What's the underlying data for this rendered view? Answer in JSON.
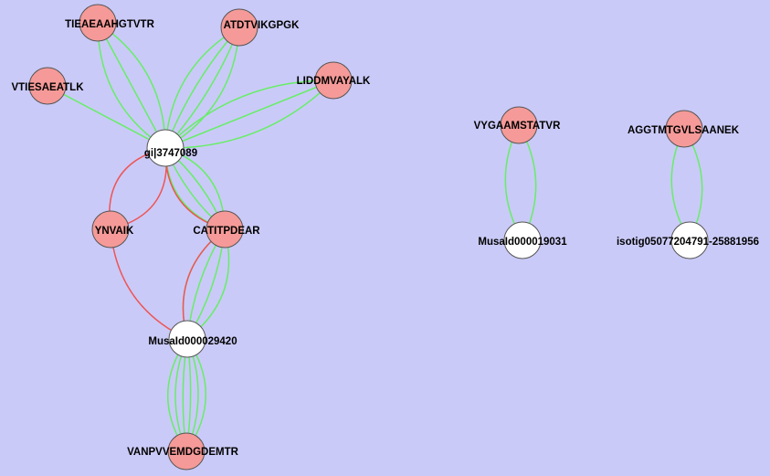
{
  "colors": {
    "background": "#cacaf8",
    "peptide_node": "#f59a98",
    "protein_node": "#ffffff",
    "node_stroke": "#555555",
    "edge_green": "#66ee66",
    "edge_red": "#ee5555"
  },
  "nodes": [
    {
      "id": "tieae",
      "label": "TIEAEAAHGTVTR",
      "kind": "peptide"
    },
    {
      "id": "atdtv",
      "label": "ATDTVIKGPGK",
      "kind": "peptide"
    },
    {
      "id": "vties",
      "label": "VTIESAEATLK",
      "kind": "peptide"
    },
    {
      "id": "liddm",
      "label": "LIDDMVAYALK",
      "kind": "peptide"
    },
    {
      "id": "gi",
      "label": "gi|3747089",
      "kind": "protein"
    },
    {
      "id": "ynvaik",
      "label": "YNVAIK",
      "kind": "peptide"
    },
    {
      "id": "catit",
      "label": "CATITPDEAR",
      "kind": "peptide"
    },
    {
      "id": "musa29420",
      "label": "MusaId000029420",
      "kind": "protein"
    },
    {
      "id": "vanpv",
      "label": "VANPVVEMDGDEMTR",
      "kind": "peptide"
    },
    {
      "id": "vygaa",
      "label": "VYGAAMSTATVR",
      "kind": "peptide"
    },
    {
      "id": "musa19031",
      "label": "MusaId000019031",
      "kind": "protein"
    },
    {
      "id": "aggtm",
      "label": "AGGTMTGVLSAANEK",
      "kind": "peptide"
    },
    {
      "id": "isotig",
      "label": "isotig05077204791-25881956",
      "kind": "protein"
    }
  ],
  "edges": [
    {
      "source": "gi",
      "target": "tieae",
      "color": "green",
      "count": 3
    },
    {
      "source": "gi",
      "target": "atdtv",
      "color": "green",
      "count": 4
    },
    {
      "source": "gi",
      "target": "vties",
      "color": "green",
      "count": 1
    },
    {
      "source": "gi",
      "target": "liddm",
      "color": "green",
      "count": 3
    },
    {
      "source": "gi",
      "target": "catit",
      "color": "green",
      "count": 4
    },
    {
      "source": "gi",
      "target": "catit",
      "color": "red",
      "count": 1
    },
    {
      "source": "gi",
      "target": "ynvaik",
      "color": "red",
      "count": 2
    },
    {
      "source": "ynvaik",
      "target": "musa29420",
      "color": "red",
      "count": 1
    },
    {
      "source": "catit",
      "target": "musa29420",
      "color": "green",
      "count": 4
    },
    {
      "source": "catit",
      "target": "musa29420",
      "color": "red",
      "count": 1
    },
    {
      "source": "musa29420",
      "target": "vanpv",
      "color": "green",
      "count": 6
    },
    {
      "source": "vygaa",
      "target": "musa19031",
      "color": "green",
      "count": 2
    },
    {
      "source": "aggtm",
      "target": "isotig",
      "color": "green",
      "count": 2
    }
  ]
}
